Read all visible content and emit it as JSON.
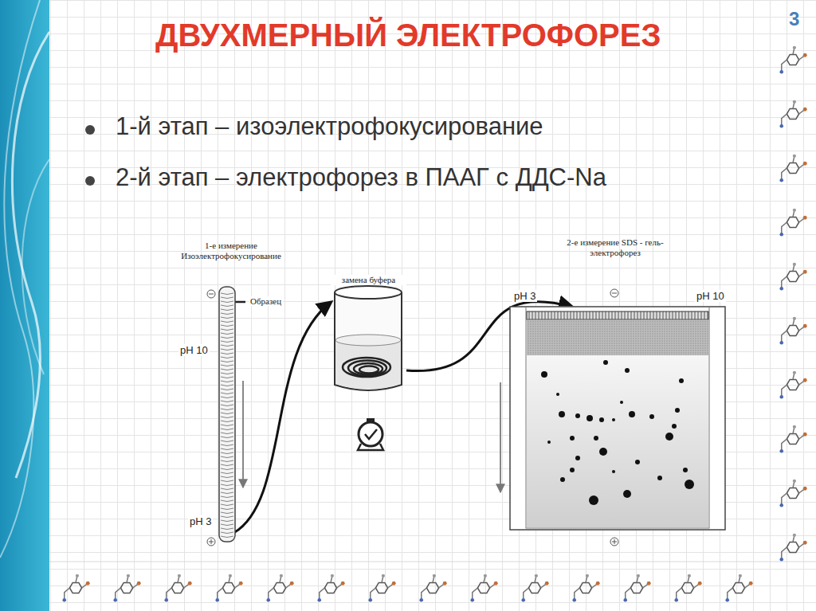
{
  "diagram": {
    "title": "ДВУХМЕРНЫЙ ЭЛЕКТРОФОРЕЗ",
    "nodes": [
      {
        "text": [
          "1-е измерение Изоэлектрофокусирование"
        ]
      },
      {
        "text": [
          "замена буфера"
        ]
      },
      {
        "text": [
          "2-е измерение SDS - гель-электрофорез"
        ]
      }
    ],
    "edges": [
      {
        "from": 0,
        "to": 1,
        "arrow": "to"
      },
      {
        "from": 1,
        "to": 2,
        "arrow": "to"
      }
    ],
    "labels": [
      "1-й этап – изоэлектрофокусирование",
      "2-й этап – электрофорез в ПААГ с ДДС-Na",
      "Образец",
      "pH 10",
      "pH 3",
      "pH 3",
      "pH 10",
      "3"
    ]
  }
}
